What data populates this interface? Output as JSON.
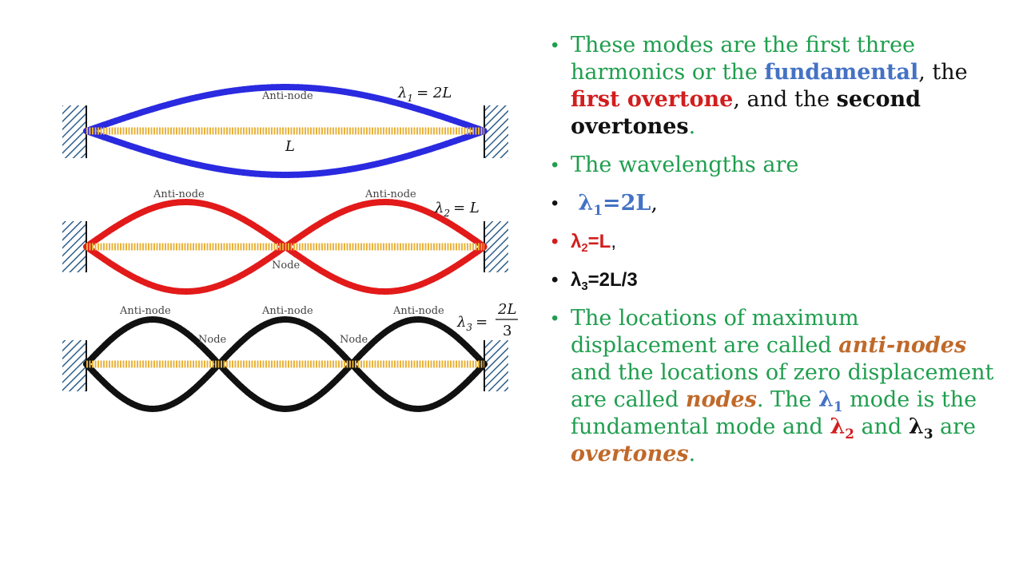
{
  "colors": {
    "green_text": "#1f9e4e",
    "blue": "#4472c4",
    "red": "#d21e1e",
    "black": "#111111",
    "brown": "#c0692a",
    "string": "#e8b23a",
    "mode1": "#2a2ae0",
    "mode2": "#e21a1a",
    "mode3": "#111111"
  },
  "diagram": {
    "mode1": {
      "antinode_label": "Anti-node",
      "length_label": "L",
      "lambda": "λ",
      "lambda_sub": "1",
      "lambda_rhs": "= 2L"
    },
    "mode2": {
      "antinode_label_1": "Anti-node",
      "antinode_label_2": "Anti-node",
      "node_label": "Node",
      "lambda": "λ",
      "lambda_sub": "2",
      "lambda_rhs": "= L"
    },
    "mode3": {
      "antinode_label_1": "Anti-node",
      "antinode_label_2": "Anti-node",
      "antinode_label_3": "Anti-node",
      "node_label_1": "Node",
      "node_label_2": "Node",
      "lambda": "λ",
      "lambda_sub": "3",
      "lambda_eq": "=",
      "frac_num": "2L",
      "frac_den": "3"
    }
  },
  "bullets": {
    "b1": {
      "t1": "These modes are the first three harmonics or the ",
      "fundamental": "fundamental",
      "t2": ", the ",
      "first_overtone": "first overtone",
      "t3": ", and the ",
      "second_overtones": "second overtones",
      "t4": "."
    },
    "b2": {
      "text": "The wavelengths are"
    },
    "b3": {
      "lambda": "λ",
      "sub": "1",
      "value": "=2L",
      "comma": ","
    },
    "b4": {
      "lambda": "λ",
      "sub": "2",
      "value": "=L",
      "comma": ","
    },
    "b5": {
      "lambda": "λ",
      "sub": "3",
      "value": "=2L/3"
    },
    "b6": {
      "t1": "The locations of maximum displacement are called ",
      "antinodes": "anti-nodes",
      "t2": " and the locations of zero displacement are called ",
      "nodes": "nodes",
      "t3": ". The ",
      "l1": "λ",
      "l1_sub": "1",
      "t4": " mode is the fundamental mode and ",
      "l2": "λ",
      "l2_sub": "2",
      "t5": " and ",
      "l3": "λ",
      "l3_sub": "3",
      "t6": " are ",
      "overtones": "overtones",
      "t7": "."
    }
  }
}
